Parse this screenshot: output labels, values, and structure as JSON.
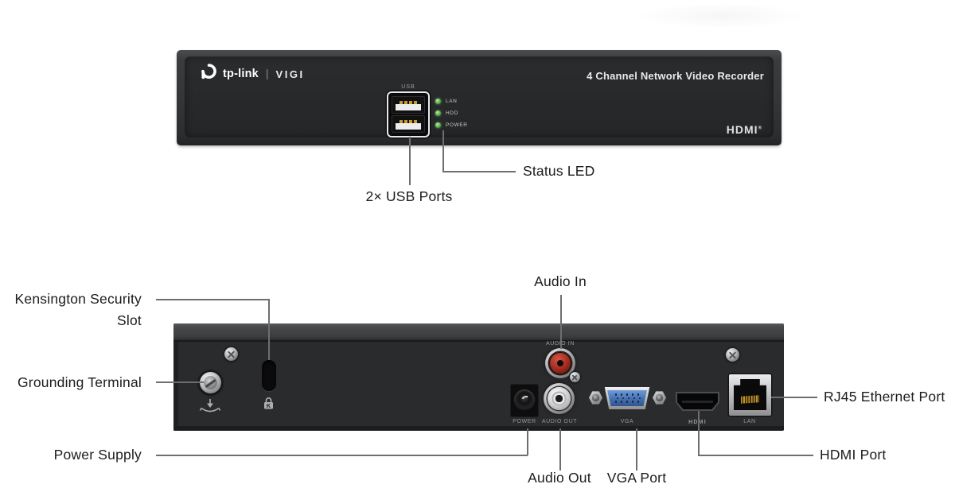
{
  "front_panel": {
    "brand": "tp-link",
    "brand_divider": "|",
    "sub_brand": "VIGI",
    "title": "4 Channel Network Video Recorder",
    "usb_caption": "USB",
    "leds": {
      "lan": "LAN",
      "hdd": "HDD",
      "power": "POWER"
    },
    "hdmi_logo": "HDMI",
    "hdmi_logo_reg": "®"
  },
  "back_panel": {
    "port_captions": {
      "audio_in": "AUDIO IN",
      "power": "POWER",
      "audio_out": "AUDIO OUT",
      "vga": "VGA",
      "hdmi": "HDMI",
      "lan": "LAN"
    }
  },
  "callouts": {
    "usb_ports": "2× USB Ports",
    "status_led": "Status LED",
    "kensington": "Kensington Security Slot",
    "grounding": "Grounding Terminal",
    "power_supply": "Power Supply",
    "audio_in": "Audio In",
    "audio_out": "Audio Out",
    "vga_port": "VGA Port",
    "rj45": "RJ45 Ethernet Port",
    "hdmi_port": "HDMI Port"
  },
  "colors": {
    "panel_body": "#2a2b2d",
    "panel_frame": "#3b3c3e",
    "led_green": "#5cb54e",
    "vga_blue": "#4470b2",
    "rca_red": "#a02c20",
    "callout_line": "#6e6e6e",
    "label_text": "#1c1c1e"
  }
}
